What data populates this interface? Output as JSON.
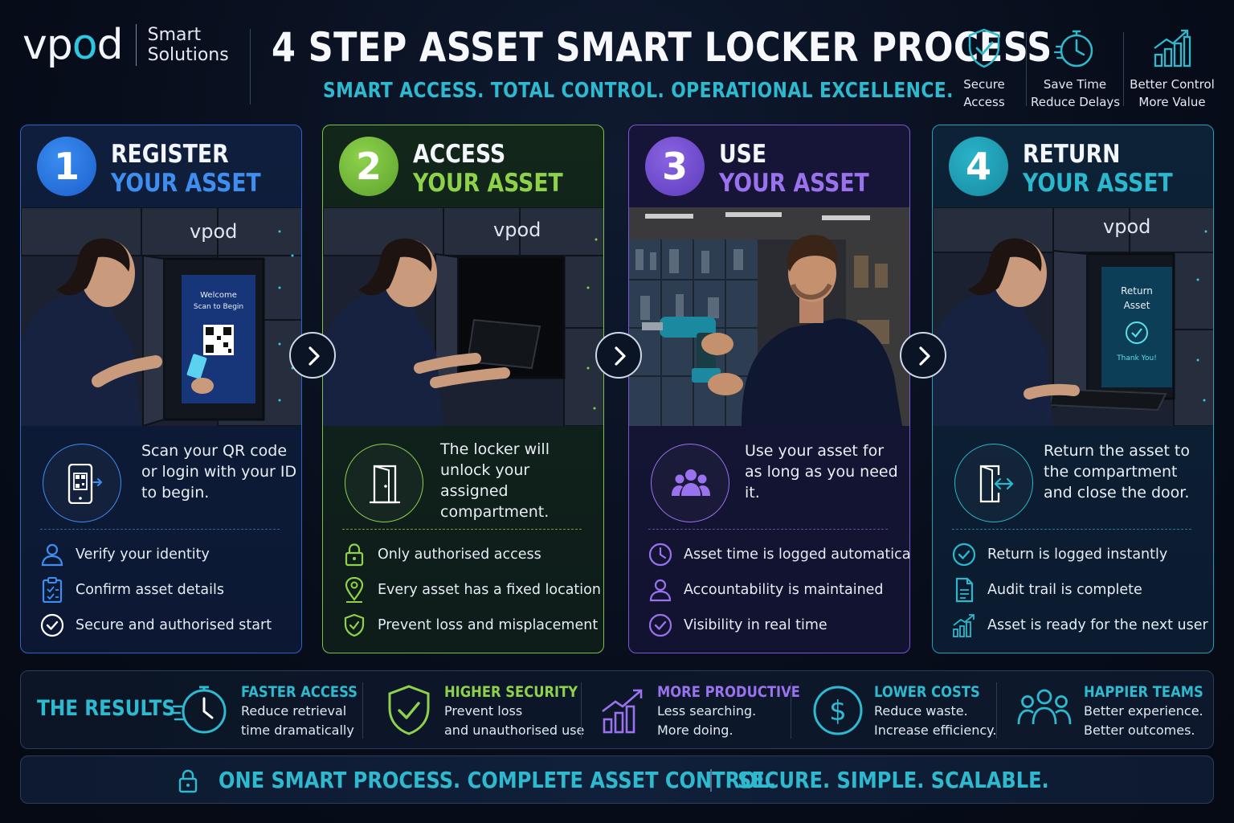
{
  "brand": {
    "logo_prefix": "vp",
    "logo_o": "o",
    "logo_suffix": "d",
    "sub_line1": "Smart",
    "sub_line2": "Solutions"
  },
  "title": "4 STEP ASSET SMART LOCKER PROCESS",
  "subtitle": "SMART ACCESS. TOTAL CONTROL. OPERATIONAL EXCELLENCE.",
  "benefits": [
    {
      "icon": "shield-check-icon",
      "line1": "Secure",
      "line2": "Access"
    },
    {
      "icon": "stopwatch-icon",
      "line1": "Save Time",
      "line2": "Reduce Delays"
    },
    {
      "icon": "bar-chart-growth-icon",
      "line1": "Better Control",
      "line2": "More Value"
    }
  ],
  "steps": [
    {
      "number": "1",
      "title_line1": "REGISTER",
      "title_line2": "YOUR ASSET",
      "accent": "#3d8ef0",
      "photo": {
        "brand": "vpod",
        "screen_line1": "Welcome",
        "screen_line2": "Scan to Begin"
      },
      "icon": "phone-qr-icon",
      "description": "Scan your QR code or login with your ID to begin.",
      "bullets": [
        {
          "icon": "user-icon",
          "text": "Verify your identity"
        },
        {
          "icon": "clipboard-check-icon",
          "text": "Confirm asset details"
        },
        {
          "icon": "check-circle-icon",
          "text": "Secure and authorised start"
        }
      ]
    },
    {
      "number": "2",
      "title_line1": "ACCESS",
      "title_line2": "YOUR ASSET",
      "accent": "#8ed24c",
      "photo": {
        "brand": "vpod"
      },
      "icon": "door-icon",
      "description": "The locker will unlock your assigned compartment.",
      "bullets": [
        {
          "icon": "padlock-icon",
          "text": "Only authorised access"
        },
        {
          "icon": "location-pin-icon",
          "text": "Every asset has a fixed location"
        },
        {
          "icon": "shield-check-icon",
          "text": "Prevent loss and misplacement"
        }
      ]
    },
    {
      "number": "3",
      "title_line1": "USE",
      "title_line2": "YOUR ASSET",
      "accent": "#9a72ee",
      "photo": {},
      "icon": "team-icon",
      "description": "Use your asset for as long as you need it.",
      "bullets": [
        {
          "icon": "clock-icon",
          "text": "Asset time is logged automatically"
        },
        {
          "icon": "user-icon",
          "text": "Accountability is maintained"
        },
        {
          "icon": "check-circle-icon",
          "text": "Visibility in real time"
        }
      ]
    },
    {
      "number": "4",
      "title_line1": "RETURN",
      "title_line2": "YOUR ASSET",
      "accent": "#2bb7cd",
      "photo": {
        "brand": "vpod",
        "screen_line1": "Return",
        "screen_line2": "Asset",
        "screen_line3": "Thank You!"
      },
      "icon": "door-return-icon",
      "description": "Return the asset to the compartment and close the door.",
      "bullets": [
        {
          "icon": "check-circle-icon",
          "text": "Return is logged instantly"
        },
        {
          "icon": "document-icon",
          "text": "Audit trail is complete"
        },
        {
          "icon": "bar-chart-growth-icon",
          "text": "Asset is ready for the next user"
        }
      ]
    }
  ],
  "results": {
    "label": "THE RESULTS",
    "items": [
      {
        "icon": "fast-clock-icon",
        "heading": "FASTER ACCESS",
        "line1": "Reduce retrieval",
        "line2": "time dramatically",
        "color": "#2fb9cf"
      },
      {
        "icon": "shield-check-icon",
        "heading": "HIGHER SECURITY",
        "line1": "Prevent loss",
        "line2": "and unauthorised use",
        "color": "#8ed24c"
      },
      {
        "icon": "bar-chart-growth-icon",
        "heading": "MORE PRODUCTIVE",
        "line1": "Less searching.",
        "line2": "More doing.",
        "color": "#9a72ee"
      },
      {
        "icon": "dollar-coin-icon",
        "heading": "LOWER COSTS",
        "line1": "Reduce waste.",
        "line2": "Increase efficiency.",
        "color": "#2fb9cf"
      },
      {
        "icon": "team-icon",
        "heading": "HAPPIER TEAMS",
        "line1": "Better experience.",
        "line2": "Better outcomes.",
        "color": "#2fb9cf"
      }
    ]
  },
  "footer": {
    "left": "ONE SMART PROCESS. COMPLETE ASSET CONTROL.",
    "right": "SECURE. SIMPLE. SCALABLE."
  },
  "colors": {
    "teal": "#2fb9cf",
    "blue": "#3d8ef0",
    "green": "#8ed24c",
    "purple": "#9a72ee"
  }
}
